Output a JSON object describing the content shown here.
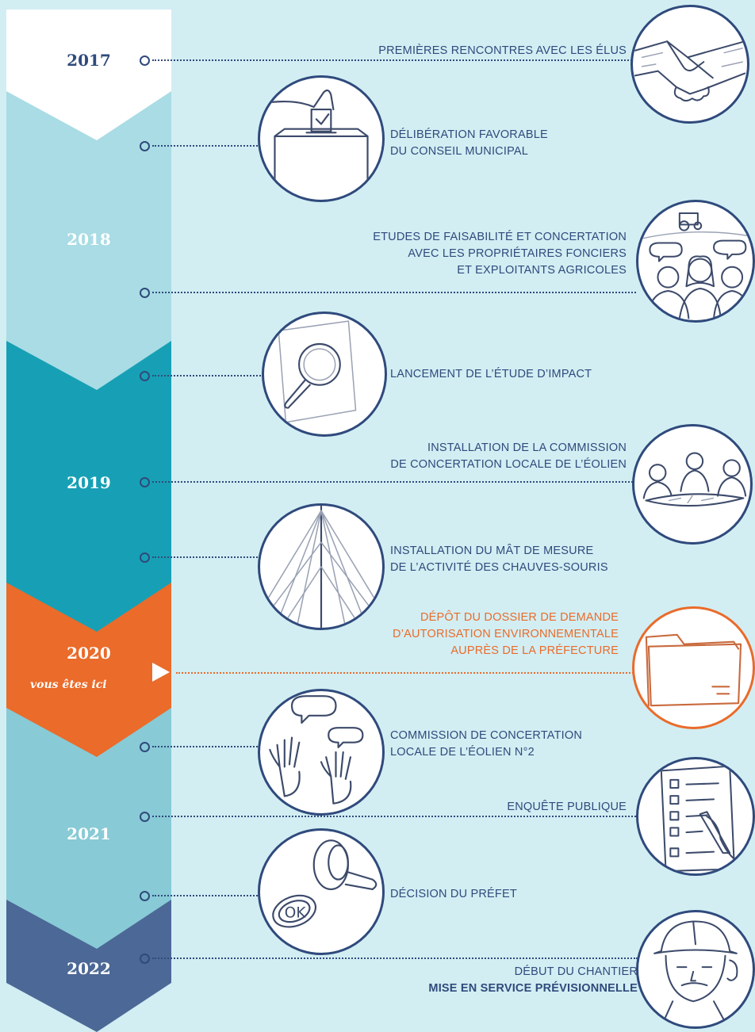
{
  "colors": {
    "background": "#d2eef3",
    "band_2017": "#ffffff",
    "band_2018": "#a9dce4",
    "band_2019": "#17a0b5",
    "band_2020": "#ea6b2a",
    "band_2021": "#88cad6",
    "band_2022": "#4c6896",
    "text": "#2f4a7c",
    "current": "#ea6b2a"
  },
  "years": {
    "y2017": "2017",
    "y2018": "2018",
    "y2019": "2019",
    "y2020": "2020",
    "y2021": "2021",
    "y2022": "2022",
    "you_are_here": "vous êtes ici"
  },
  "events": {
    "e1": "PREMIÈRES RENCONTRES AVEC LES ÉLUS",
    "e2_l1": "DÉLIBÉRATION FAVORABLE",
    "e2_l2": "DU CONSEIL MUNICIPAL",
    "e3_l1": "ETUDES DE FAISABILITÉ ET CONCERTATION",
    "e3_l2": "AVEC LES PROPRIÉTAIRES FONCIERS",
    "e3_l3": "ET EXPLOITANTS AGRICOLES",
    "e4": "LANCEMENT DE L’ÉTUDE D’IMPACT",
    "e5_l1": "INSTALLATION DE LA COMMISSION",
    "e5_l2": "DE CONCERTATION LOCALE DE L’ÉOLIEN",
    "e6_l1": "INSTALLATION DU MÂT DE MESURE",
    "e6_l2": "DE L’ACTIVITÉ DES CHAUVES-SOURIS",
    "e7_l1": "DÉPÔT DU DOSSIER DE DEMANDE",
    "e7_l2": "D’AUTORISATION ENVIRONNEMENTALE",
    "e7_l3": "AUPRÈS DE LA PRÉFECTURE",
    "e8_l1": "COMMISSION DE CONCERTATION",
    "e8_l2": "LOCALE DE L’ÉOLIEN N°2",
    "e9": "ENQUÊTE PUBLIQUE",
    "e10": "DÉCISION DU PRÉFET",
    "e11_l1": "DÉBUT DU CHANTIER",
    "e11_l2": "MISE EN SERVICE PRÉVISIONNELLE",
    "ok_stamp": "OK"
  },
  "icons": [
    "handshake-icon",
    "ballot-box-icon",
    "farmers-tractor-icon",
    "magnifier-icon",
    "meeting-table-icon",
    "measurement-mast-icon",
    "folder-icon",
    "raised-hands-icon",
    "checklist-icon",
    "stamp-icon",
    "worker-helmet-icon"
  ]
}
